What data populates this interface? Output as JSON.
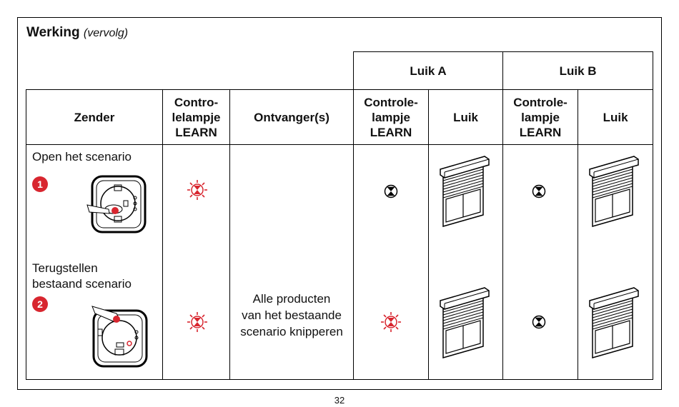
{
  "title": {
    "main": "Werking",
    "sub": "(vervolg)"
  },
  "headers": {
    "luik_a": "Luik A",
    "luik_b": "Luik B",
    "zender": "Zender",
    "controlelampje_1": "Contro-\nlelampje\nLEARN",
    "ontvangers": "Ontvanger(s)",
    "controlelampje_a": "Controle-\nlampje\nLEARN",
    "luik_col_a": "Luik",
    "controlelampje_b": "Controle-\nlampje\nLEARN",
    "luik_col_b": "Luik"
  },
  "steps": [
    {
      "number": "1",
      "text": "Open het scenario",
      "learn_led": "blinking",
      "led_a": "steady",
      "led_b": "steady"
    },
    {
      "number": "2",
      "text": "Terugstellen\nbestaand scenario",
      "learn_led": "blinking",
      "led_a": "blinking",
      "led_b": "steady"
    }
  ],
  "receiver_text": "Alle producten\nvan het bestaande\nscenario knipperen",
  "page_number": "32",
  "colors": {
    "accent": "#d8262f",
    "border": "#000000"
  }
}
